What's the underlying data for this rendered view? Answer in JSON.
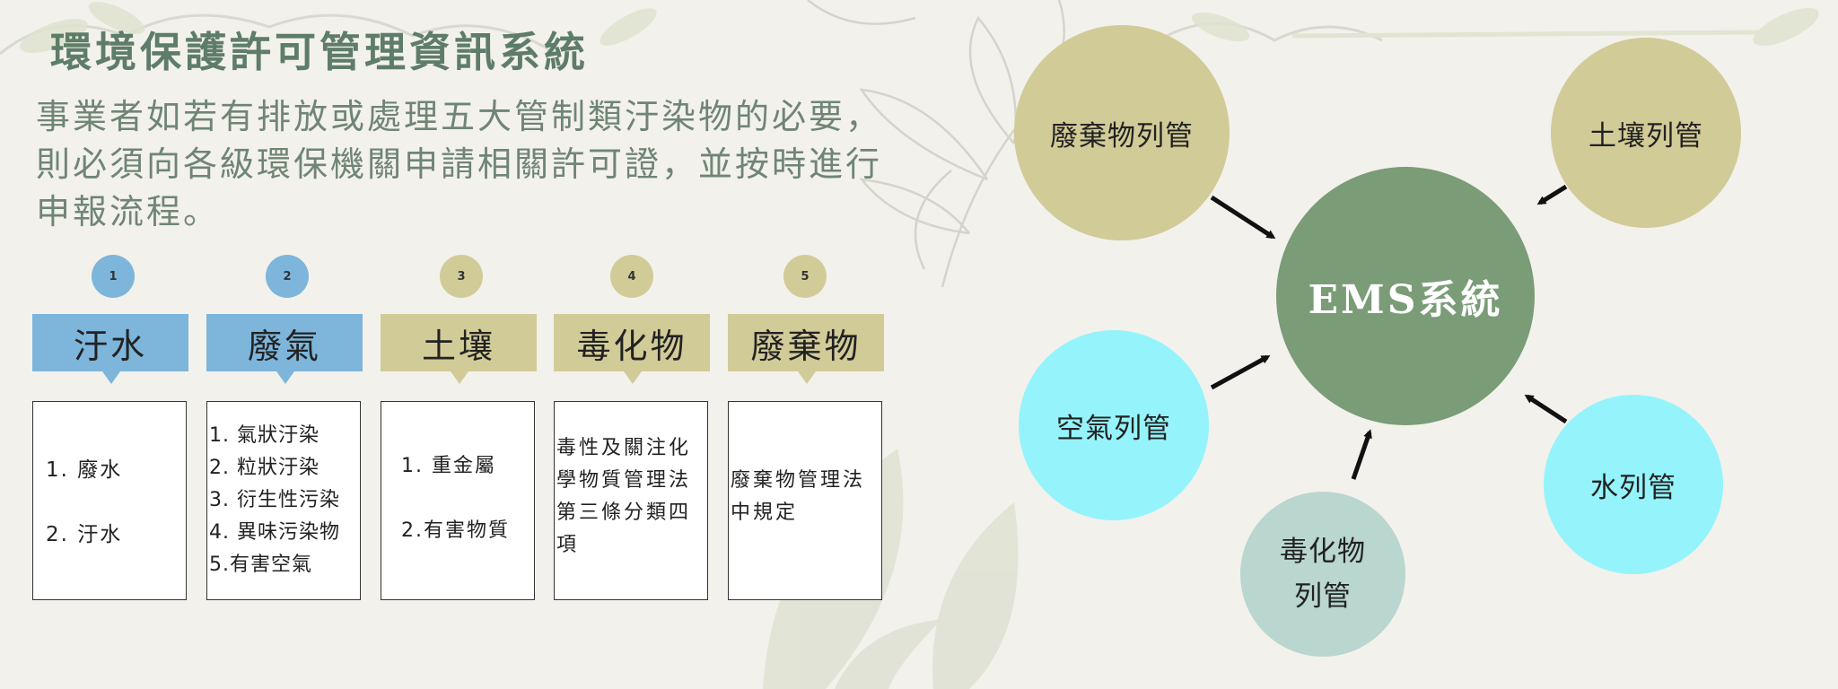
{
  "title": "環境保護許可管理資訊系統",
  "description": "事業者如若有排放或處理五大管制類汙染物的必要，則必須向各級環保機關申請相關許可證，並按時進行申報流程。",
  "steps": [
    {
      "number": "1",
      "category": "汙水",
      "items": [
        "1.  廢水",
        "2.  汙水"
      ]
    },
    {
      "number": "2",
      "category": "廢氣",
      "items": [
        "1. 氣狀汙染",
        "2. 粒狀汙染",
        "3. 衍生性污染",
        "4. 異味污染物",
        "5.有害空氣"
      ]
    },
    {
      "number": "3",
      "category": "土壤",
      "items": [
        "1. 重金屬",
        "2.有害物質"
      ]
    },
    {
      "number": "4",
      "category": "毒化物",
      "items": [
        "毒性及關注化",
        "學物質管理法",
        "第三條分類四",
        "項"
      ]
    },
    {
      "number": "5",
      "category": "廢棄物",
      "items": [
        "廢棄物管理法",
        "中規定"
      ]
    }
  ],
  "diagram": {
    "center": "EMS系統",
    "nodes": {
      "waste": "廢棄物列管",
      "soil": "土壤列管",
      "air": "空氣列管",
      "water": "水列管",
      "toxic_line1": "毒化物",
      "toxic_line2": "列管"
    }
  },
  "colors": {
    "blue": "#7db5db",
    "khaki": "#d1cb98",
    "cyan": "#95f4fb",
    "sage": "#7a9c77",
    "grey_teal": "#b9d6cf"
  }
}
